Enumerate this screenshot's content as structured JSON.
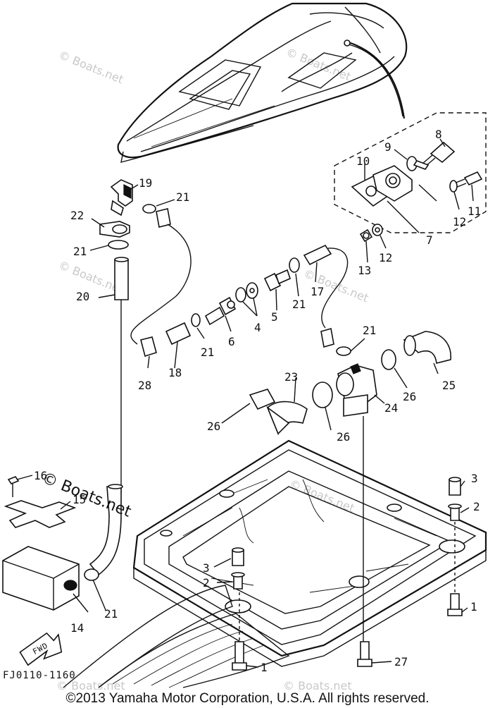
{
  "diagram": {
    "callouts": [
      {
        "id": "8",
        "text": "8"
      },
      {
        "id": "9",
        "text": "9"
      },
      {
        "id": "10",
        "text": "10"
      },
      {
        "id": "11",
        "text": "11"
      },
      {
        "id": "12a",
        "text": "12"
      },
      {
        "id": "7",
        "text": "7"
      },
      {
        "id": "12b",
        "text": "12"
      },
      {
        "id": "13",
        "text": "13"
      },
      {
        "id": "19",
        "text": "19"
      },
      {
        "id": "21a",
        "text": "21"
      },
      {
        "id": "22",
        "text": "22"
      },
      {
        "id": "21b",
        "text": "21"
      },
      {
        "id": "20",
        "text": "20"
      },
      {
        "id": "21c",
        "text": "21"
      },
      {
        "id": "17",
        "text": "17"
      },
      {
        "id": "5",
        "text": "5"
      },
      {
        "id": "4",
        "text": "4"
      },
      {
        "id": "6",
        "text": "6"
      },
      {
        "id": "21d",
        "text": "21"
      },
      {
        "id": "18",
        "text": "18"
      },
      {
        "id": "28",
        "text": "28"
      },
      {
        "id": "21e",
        "text": "21"
      },
      {
        "id": "25",
        "text": "25"
      },
      {
        "id": "26a",
        "text": "26"
      },
      {
        "id": "23",
        "text": "23"
      },
      {
        "id": "24",
        "text": "24"
      },
      {
        "id": "26b",
        "text": "26"
      },
      {
        "id": "26c",
        "text": "26"
      },
      {
        "id": "16",
        "text": "16"
      },
      {
        "id": "15",
        "text": "15"
      },
      {
        "id": "3a",
        "text": "3"
      },
      {
        "id": "2a",
        "text": "2"
      },
      {
        "id": "3b",
        "text": "3"
      },
      {
        "id": "2b",
        "text": "2"
      },
      {
        "id": "14",
        "text": "14"
      },
      {
        "id": "21f",
        "text": "21"
      },
      {
        "id": "1a",
        "text": "1"
      },
      {
        "id": "1b",
        "text": "1"
      },
      {
        "id": "27",
        "text": "27"
      }
    ],
    "fwd_label": "FWD",
    "figure_code": "FJ0110-1160",
    "watermark": "© Boats.net",
    "watermark_dark": "© Boats.net"
  },
  "footer": {
    "copyright": "©2013 Yamaha Motor Corporation, U.S.A. All rights reserved."
  }
}
